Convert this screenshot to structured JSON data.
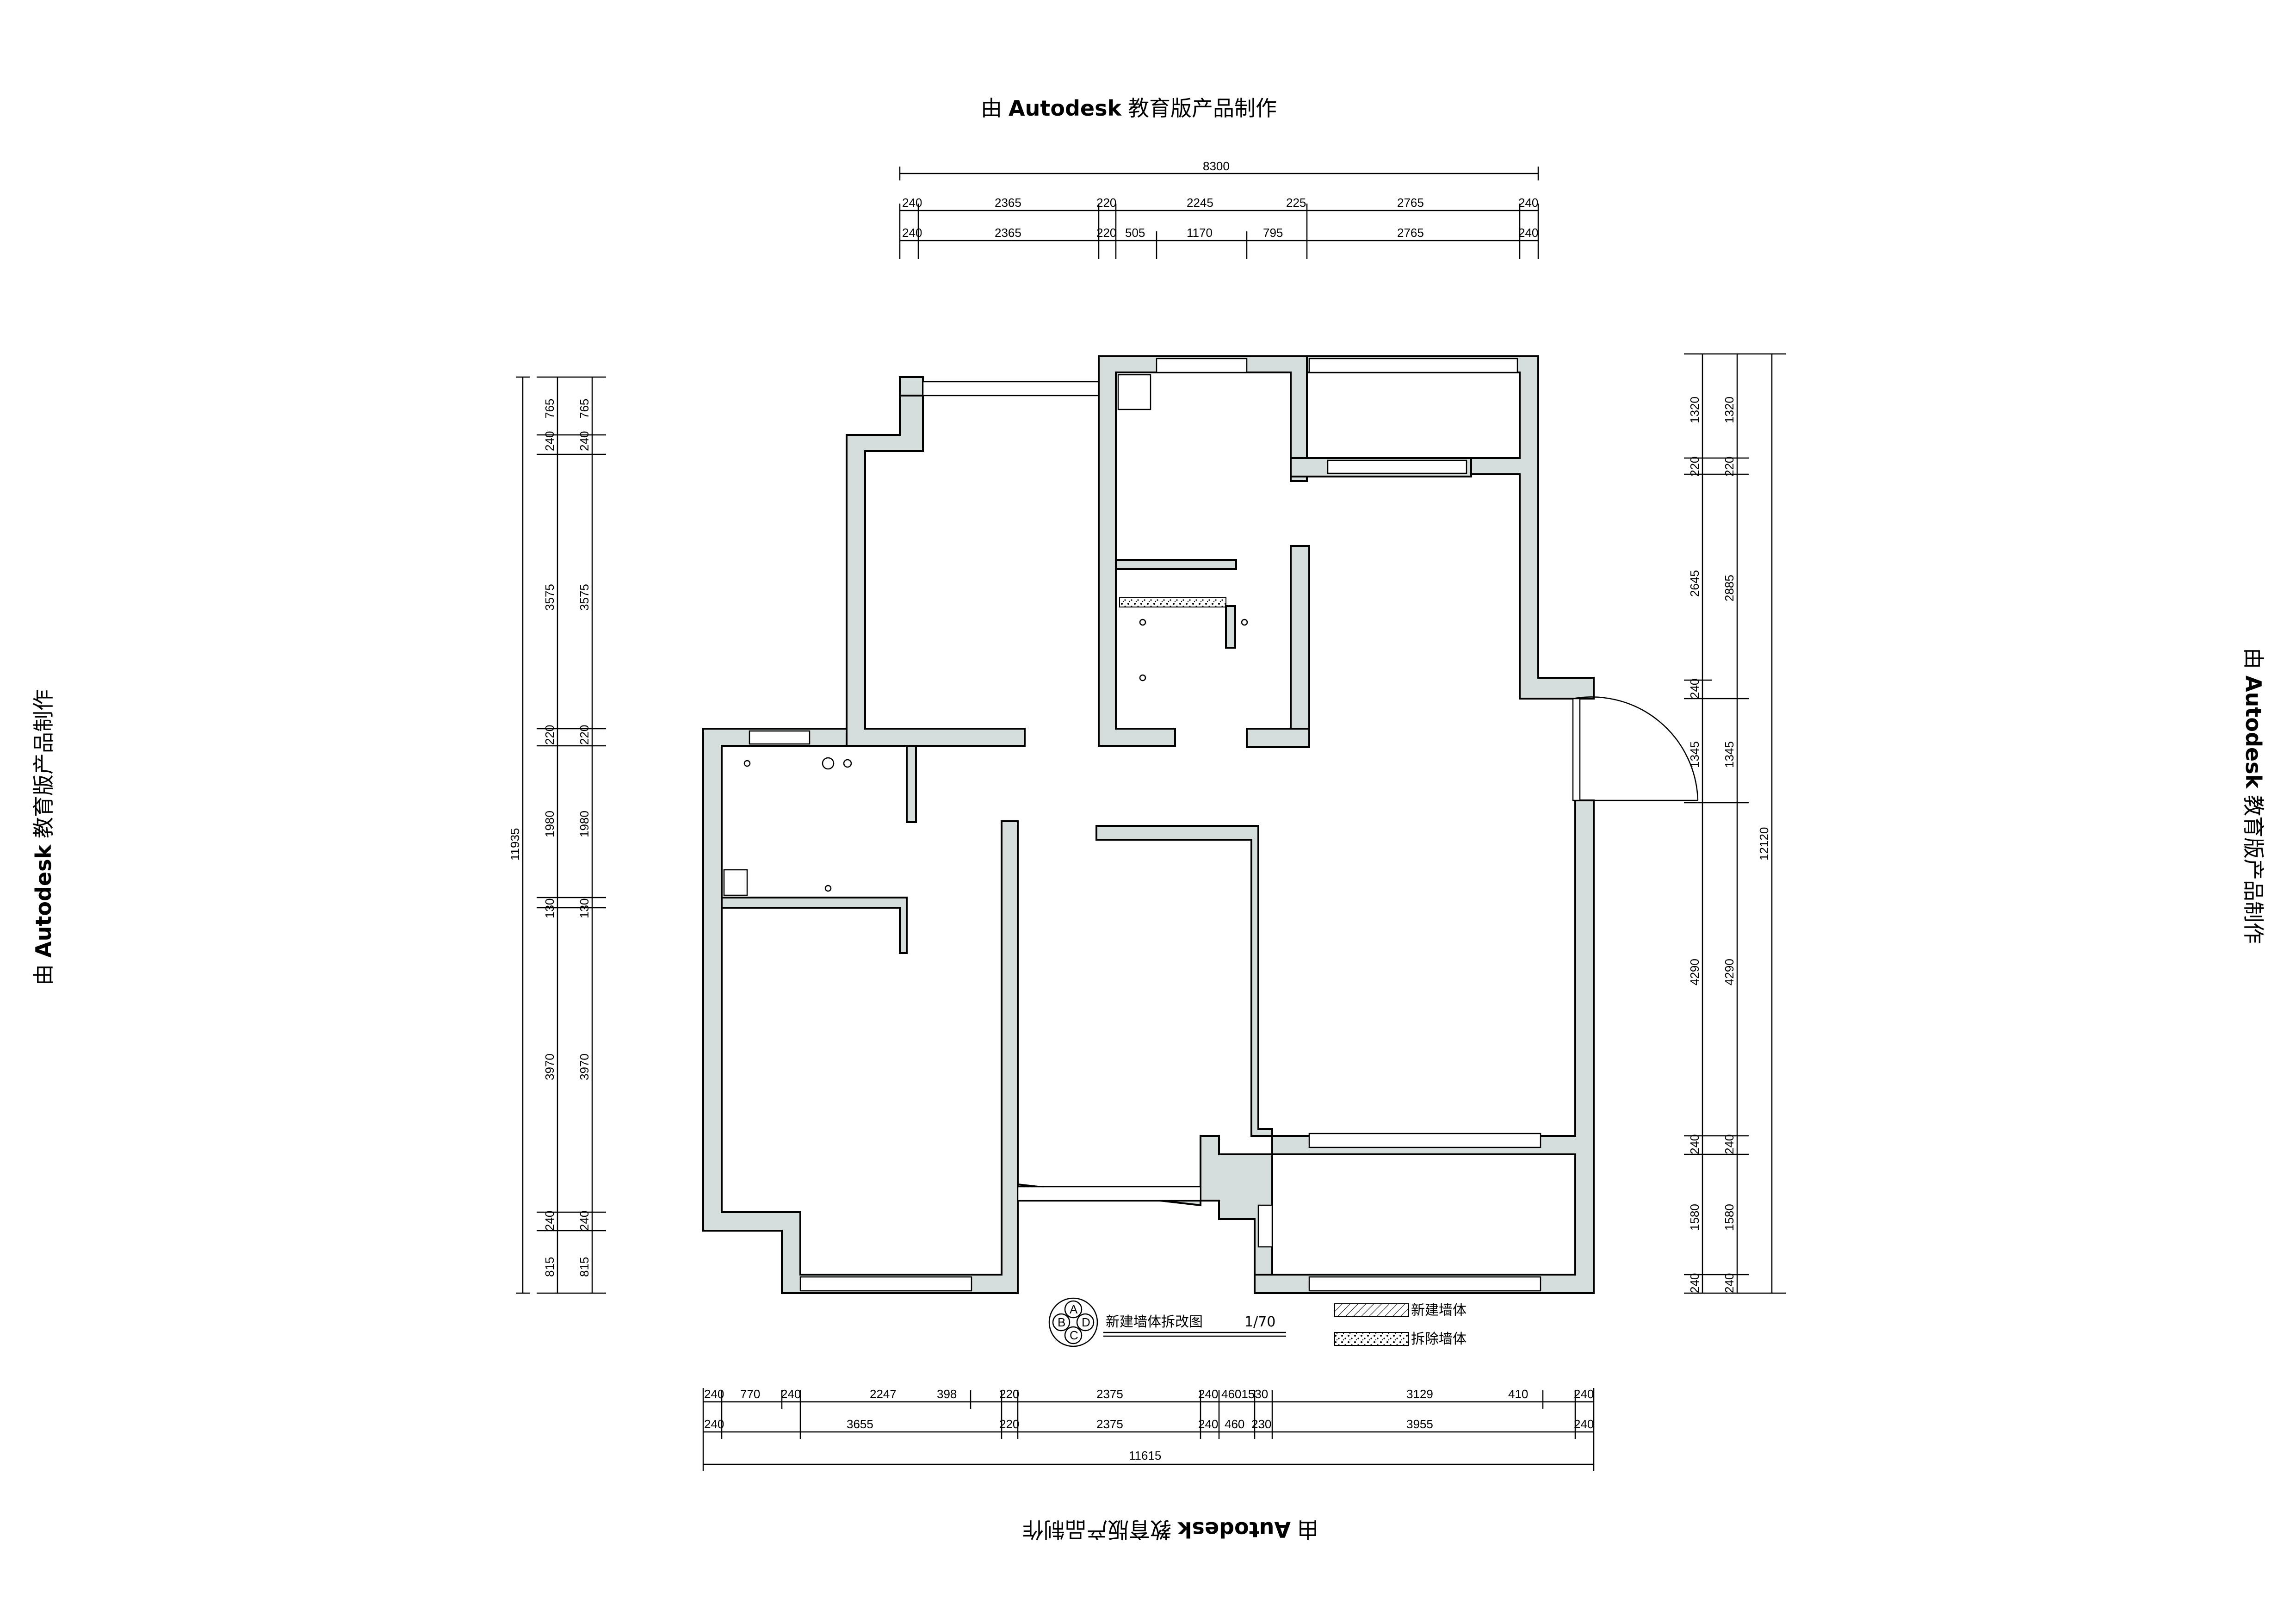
{
  "watermark": {
    "prefix": "由",
    "brand": "Autodesk",
    "suffix": "教育版产品制作",
    "bottom_suffix": "教育版产品制作"
  },
  "top_dims": {
    "total": "8300",
    "row1": [
      "240",
      "2365",
      "220",
      "2245",
      "225",
      "2765",
      "240"
    ],
    "row2": [
      "240",
      "2365",
      "220",
      "505",
      "1170",
      "795",
      "2765",
      "240"
    ]
  },
  "left_dims": {
    "total": "11935",
    "outer": [
      "765",
      "240",
      "3575",
      "220",
      "1980",
      "130",
      "3970",
      "240",
      "815"
    ],
    "inner": [
      "765",
      "240",
      "3575",
      "220",
      "1980",
      "130",
      "3970",
      "240",
      "815"
    ]
  },
  "right_dims": {
    "total": "12120",
    "inner": [
      "1320",
      "220",
      "2645",
      "240",
      "1345",
      "4290",
      "240",
      "1580",
      "240"
    ],
    "outer": [
      "1320",
      "220",
      "2885",
      "1345",
      "4290",
      "240",
      "1580",
      "240"
    ]
  },
  "bottom_dims": {
    "row1": [
      "240",
      "770",
      "240",
      "2247",
      "398",
      "220",
      "2375",
      "240",
      "460",
      "230",
      "3129",
      "410",
      "240"
    ],
    "row1_joined": "4601530",
    "row2": [
      "240",
      "3655",
      "220",
      "2375",
      "240",
      "460",
      "230",
      "3955",
      "240"
    ],
    "total": "11615"
  },
  "title_block": {
    "symbol_letters": [
      "A",
      "B",
      "D",
      "C"
    ],
    "title": "新建墙体拆改图",
    "scale": "1/70"
  },
  "legend": [
    {
      "label": "新建墙体",
      "pattern": "hatch"
    },
    {
      "label": "拆除墙体",
      "pattern": "dots"
    }
  ],
  "colors": {
    "wall_fill": "#d6dddd",
    "line": "#000000",
    "background": "#ffffff"
  }
}
